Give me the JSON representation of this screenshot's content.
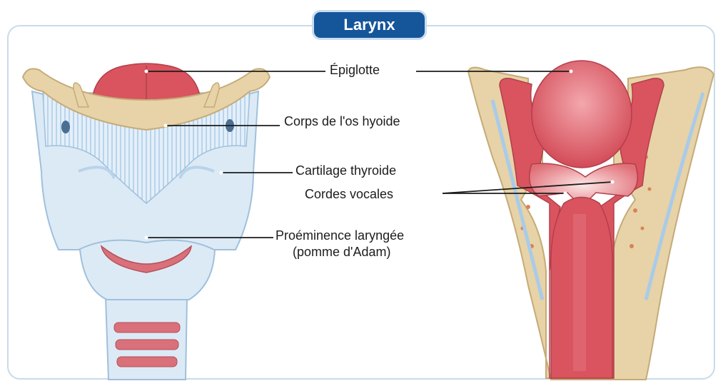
{
  "title": "Larynx",
  "labels": {
    "epiglotte": "Épiglotte",
    "corps_hyoide": "Corps de l'os hyoide",
    "cartilage_thyroide": "Cartilage thyroide",
    "cordes_vocales": "Cordes vocales",
    "proeminence_line1": "Proéminence laryngée",
    "proeminence_line2": "(pomme d'Adam)"
  },
  "colors": {
    "title_bg": "#15559a",
    "frame": "#c9dbe9",
    "tissue_red": "#d9545f",
    "cartilage_blue": "#dceaf6",
    "bone_beige": "#e7d3a7"
  }
}
